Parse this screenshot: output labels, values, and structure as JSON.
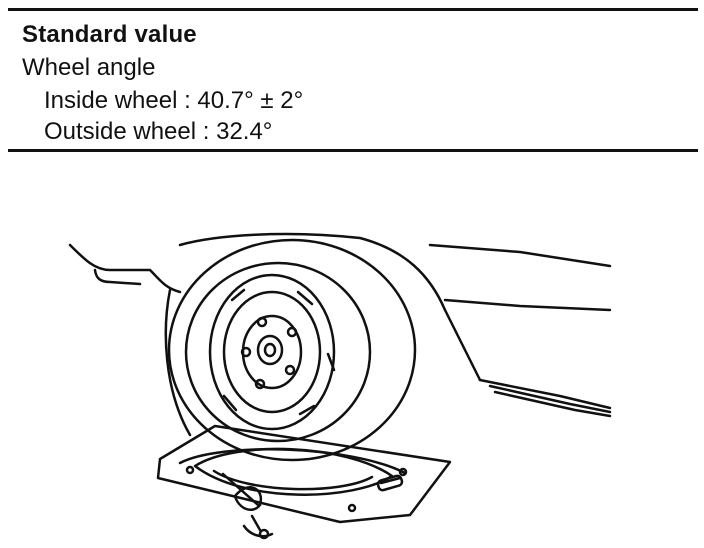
{
  "spec": {
    "title": "Standard value",
    "label": "Wheel angle",
    "lines": [
      "Inside wheel : 40.7° ± 2°",
      "Outside wheel : 32.4°"
    ]
  }
}
